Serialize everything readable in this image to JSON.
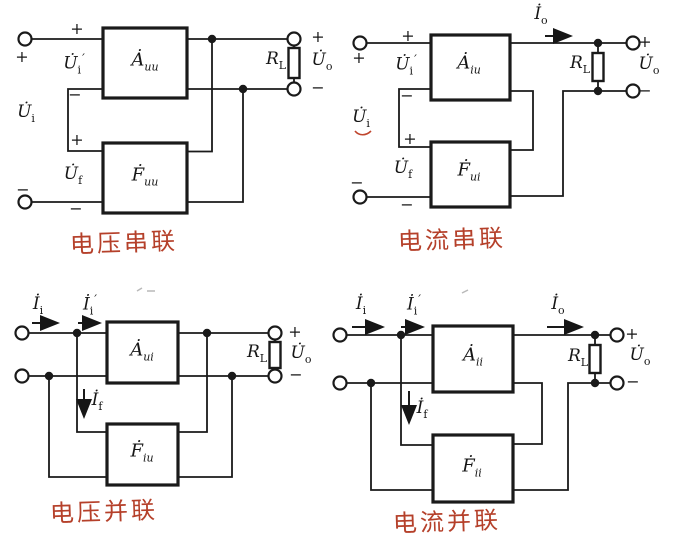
{
  "figure": {
    "description": "Four feedback amplifier block-diagram topologies",
    "colors": {
      "ink": "#1a1a1a",
      "handwriting_red": "#b5402a"
    }
  },
  "symbols": {
    "u_dot": "U̇",
    "i_dot": "İ",
    "a_dot": "Ȧ",
    "f_dot": "Ḟ",
    "r": "R",
    "sub_i": "i",
    "sub_f": "f",
    "sub_o": "o",
    "sub_l": "L",
    "sub_uu": "uu",
    "sub_iu": "iu",
    "sub_ui": "ui",
    "sub_ii": "ii",
    "prime": "′",
    "plus": "+",
    "minus": "−"
  },
  "captions": {
    "voltage_series": "电压串联",
    "current_series": "电流串联",
    "voltage_shunt": "电压并联",
    "current_shunt": "电流并联"
  }
}
